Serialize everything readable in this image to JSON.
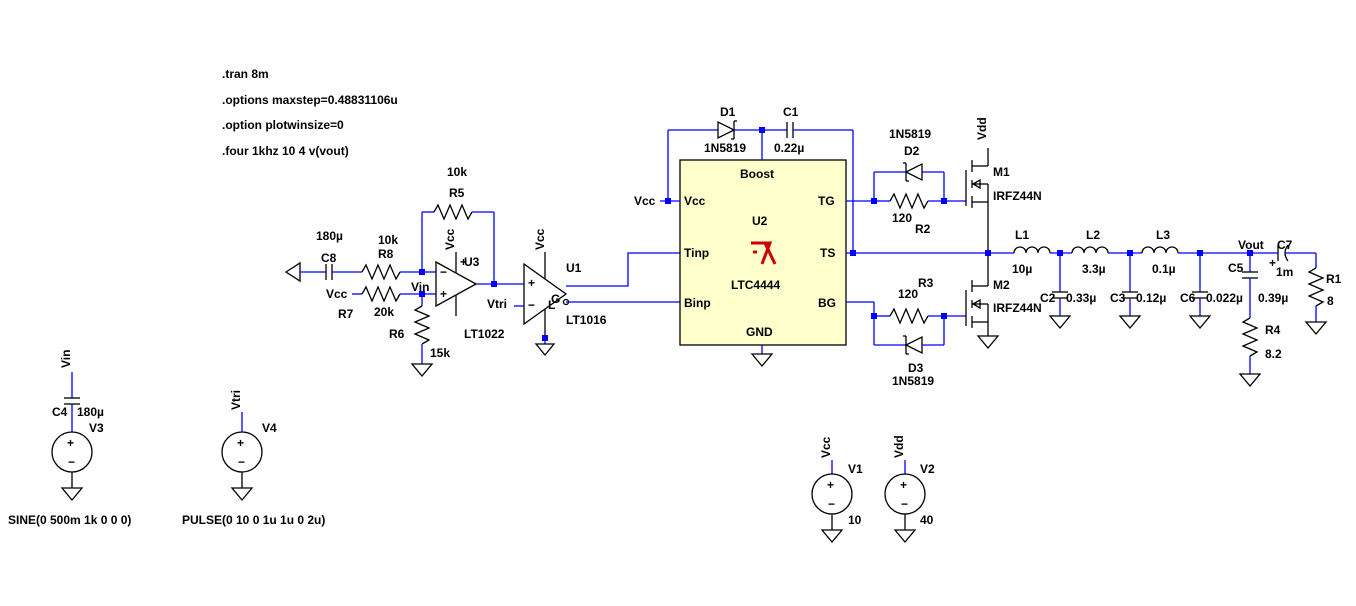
{
  "directives": {
    "tran": ".tran 8m",
    "options": ".options maxstep=0.48831106u",
    "plotwin": ".option plotwinsize=0",
    "four": ".four 1khz 10 4 v(vout)"
  },
  "parts": {
    "C8": {
      "name": "C8",
      "value": "180µ"
    },
    "R8": {
      "name": "R8",
      "value": "10k"
    },
    "R7": {
      "name": "R7",
      "value": "20k"
    },
    "R7_net": "Vcc",
    "R6": {
      "name": "R6",
      "value": "15k"
    },
    "R5": {
      "name": "R5",
      "value": "10k"
    },
    "U3": {
      "name": "U3",
      "model": "LT1022"
    },
    "U1": {
      "name": "U1",
      "model": "LT1016"
    },
    "U2": {
      "name": "U2",
      "model": "LTC4444"
    },
    "D1": {
      "name": "D1",
      "model": "1N5819"
    },
    "C1": {
      "name": "C1",
      "value": "0.22µ"
    },
    "D2": {
      "name": "D2",
      "model": "1N5819"
    },
    "R2": {
      "name": "R2",
      "value": "120"
    },
    "M1": {
      "name": "M1",
      "model": "IRFZ44N"
    },
    "R3": {
      "name": "R3",
      "value": "120"
    },
    "D3": {
      "name": "D3",
      "model": "1N5819"
    },
    "M2": {
      "name": "M2",
      "model": "IRFZ44N"
    },
    "L1": {
      "name": "L1",
      "value": "10µ"
    },
    "L2": {
      "name": "L2",
      "value": "3.3µ"
    },
    "L3": {
      "name": "L3",
      "value": "0.1µ"
    },
    "C2": {
      "name": "C2",
      "value": "0.33µ"
    },
    "C3": {
      "name": "C3",
      "value": "0.12µ"
    },
    "C6": {
      "name": "C6",
      "value": "0.022µ"
    },
    "C5": {
      "name": "C5",
      "value": "0.39µ"
    },
    "C7": {
      "name": "C7",
      "value": "1m"
    },
    "R1": {
      "name": "R1",
      "value": "8"
    },
    "R4": {
      "name": "R4",
      "value": "8.2"
    },
    "C4": {
      "name": "C4",
      "value": "180µ"
    },
    "V3": {
      "name": "V3",
      "value": "SINE(0 500m 1k 0 0 0)"
    },
    "V4": {
      "name": "V4",
      "value": "PULSE(0 10 0 1u 1u 0 2u)"
    },
    "V1": {
      "name": "V1",
      "value": "10"
    },
    "V2": {
      "name": "V2",
      "value": "40"
    }
  },
  "pins": {
    "boost": "Boost",
    "vcc": "Vcc",
    "tg": "TG",
    "tinp": "Tinp",
    "ts": "TS",
    "binp": "Binp",
    "bg": "BG",
    "gnd": "GND"
  },
  "nets": {
    "vcc": "Vcc",
    "vdd": "Vdd",
    "vin": "Vin",
    "vtri": "Vtri",
    "vout": "Vout"
  },
  "colors": {
    "wire": "#0000ff",
    "ic_fill": "#ffffcc",
    "component": "#000000",
    "logo": "#cc0000"
  }
}
